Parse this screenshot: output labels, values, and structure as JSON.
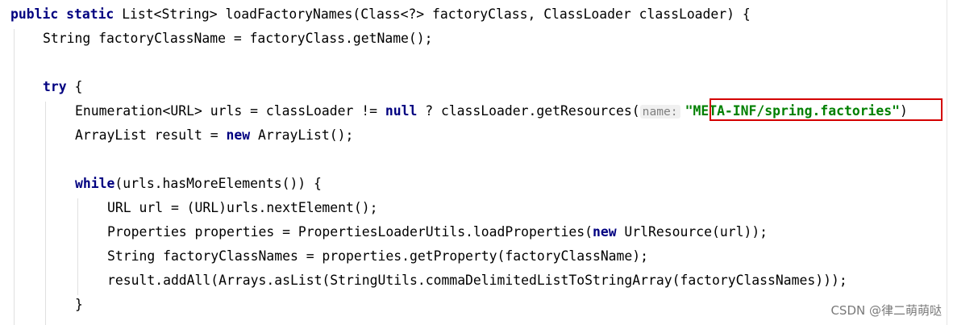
{
  "code": {
    "line1": {
      "kw1": "public",
      "kw2": "static",
      "text": "List<String> loadFactoryNames(Class<?> factoryClass, ClassLoader classLoader) {"
    },
    "line2": {
      "text": "String factoryClassName = factoryClass.getName();"
    },
    "line4": {
      "kw": "try",
      "text": "{"
    },
    "line5": {
      "pre": "Enumeration<URL> urls = classLoader != ",
      "kw": "null",
      "mid": " ? classLoader.getResources(",
      "hint": "name:",
      "str": "\"META-INF/spring.factories\"",
      "post": ")"
    },
    "line6": {
      "pre": "ArrayList result = ",
      "kw": "new",
      "post": " ArrayList();"
    },
    "line8": {
      "kw": "while",
      "text": "(urls.hasMoreElements()) {"
    },
    "line9": {
      "text": "URL url = (URL)urls.nextElement();"
    },
    "line10": {
      "pre": "Properties properties = PropertiesLoaderUtils.loadProperties(",
      "kw": "new",
      "post": " UrlResource(url));"
    },
    "line11": {
      "text": "String factoryClassNames = properties.getProperty(factoryClassName);"
    },
    "line12": {
      "text": "result.addAll(Arrays.asList(StringUtils.commaDelimitedListToStringArray(factoryClassNames)));"
    },
    "line13": {
      "text": "}"
    }
  },
  "watermark": "CSDN @律二萌萌哒",
  "colors": {
    "keyword": "#000080",
    "string": "#008000",
    "highlight": "#d40000",
    "hint_bg": "#f0f0f0"
  }
}
